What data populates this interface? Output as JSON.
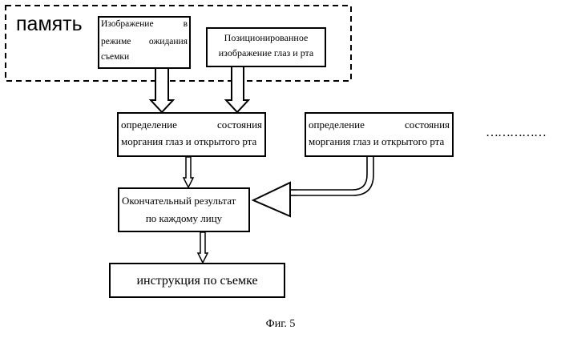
{
  "memory_label": "память",
  "box_standby": {
    "line1_a": "Изображение",
    "line1_b": "в",
    "line2_a": "режиме",
    "line2_b": "ожидания",
    "line3": "съемки"
  },
  "box_positioned": {
    "line1": "Позиционированное",
    "line2": "изображение глаз и рта"
  },
  "box_determine_1": {
    "line1_a": "определение",
    "line1_b": "состояния",
    "line2": "моргания глаз и открытого рта"
  },
  "box_determine_2": {
    "line1_a": "определение",
    "line1_b": "состояния",
    "line2": "моргания глаз и открытого рта"
  },
  "box_result": {
    "line1": "Окончательный результат",
    "line2": "по каждому лицу"
  },
  "box_instruction": {
    "line1": "инструкция по съемке"
  },
  "ellipsis": "……………",
  "caption": "Фиг. 5"
}
